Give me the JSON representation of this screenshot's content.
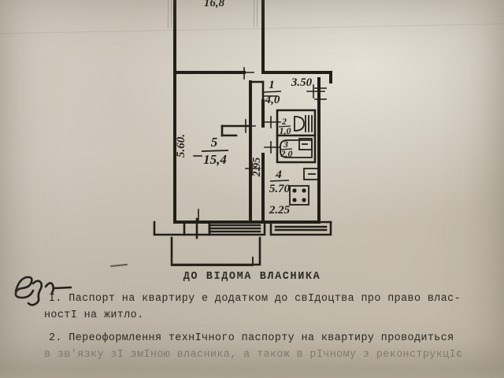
{
  "document": {
    "type": "apartment-technical-passport-floor-plan",
    "heading": "ДО ВІДОМА ВЛАСНИКА",
    "paragraphs": [
      "I. Паспорт на квартиру е додатком до свІдоцтва про право влас-",
      "ностІ на житло.",
      "2. Переоформлення технІчного паспорту на квартиру проводиться",
      "в зв'язку зІ змІною власника, а також в рІчному з реконструкцІє"
    ],
    "signature": "handwritten-signature"
  },
  "floor_plan": {
    "rooms": [
      {
        "id": "corridor",
        "number": "1",
        "area": "4,0",
        "label_n": "1",
        "label_a": "4,0"
      },
      {
        "id": "wc",
        "number": "2",
        "area": "1,0",
        "label_n": "2",
        "label_a": "1,0"
      },
      {
        "id": "bathroom",
        "number": "3",
        "area": "2,0",
        "label_n": "3",
        "label_a": "2,0"
      },
      {
        "id": "kitchen",
        "number": "4",
        "area": "5,70",
        "label_n": "4",
        "label_a": "5,70"
      },
      {
        "id": "living",
        "number": "5",
        "area": "15,4",
        "label_n": "5",
        "label_a": "15,4"
      },
      {
        "id": "bedroom",
        "number": "",
        "area": "16,8",
        "label_n": "",
        "label_a": "16,8"
      }
    ],
    "dimensions": {
      "corridor_width": "3.50",
      "living_height": "5.60.",
      "kitchen_height": "2.95",
      "kitchen_width": "2.25"
    },
    "fixtures": [
      "toilet",
      "bathtub",
      "sink",
      "stove",
      "balcony"
    ]
  },
  "colors": {
    "paper": "#cdc5b8",
    "ink": "#2b2720",
    "plan_line": "#221f19"
  }
}
